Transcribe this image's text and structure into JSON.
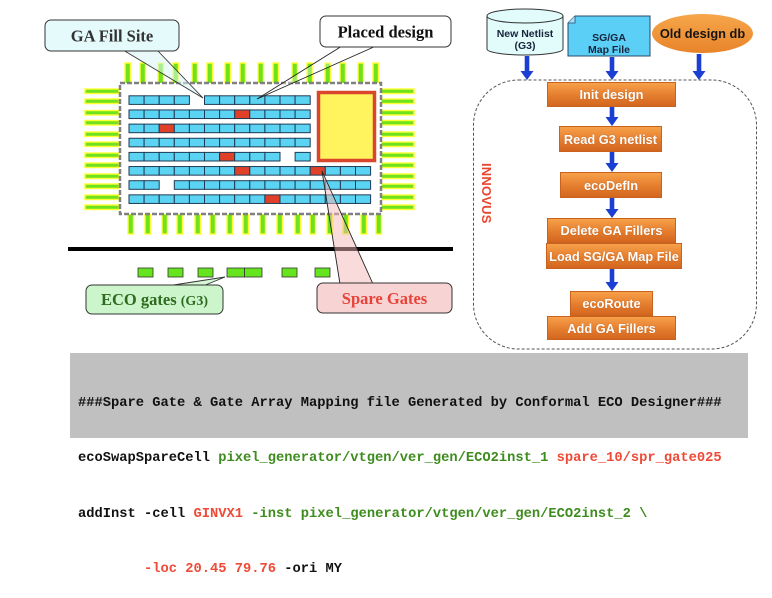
{
  "left_diagram": {
    "callouts": {
      "ga_fill_site": "GA Fill Site",
      "placed_design": "Placed design",
      "eco_gates": "ECO gates",
      "eco_gates_suffix": "(G3)",
      "spare_gates": "Spare Gates"
    },
    "cell_rows": [
      "bbbb.bbbbbbb",
      "bbbbbbbrbbbb",
      "bbrbbbbbbbbb",
      "bbbbbbbbbbbb",
      "bbbbbbrbbb.b",
      "bbbbbbbrbbbbrbbb",
      "bb.bbbbbbbbbbbbb",
      "bbbbbbbbbrbbbbbb"
    ],
    "colors": {
      "placed_cell": "#5AD4F2",
      "spare_gate": "#E04028",
      "macro_fill": "#FFF35E",
      "macro_border": "#D9462B",
      "pin_fill": "#6EE21E",
      "pin_outline": "#FFFF33",
      "eco_gate": "#66E51E",
      "ga_fill_callout": "#E5FAFA",
      "eco_callout": "#CCF5CC",
      "spare_callout": "#F8D3D3",
      "eco_text": "#2F6B1F",
      "spare_text": "#E8433A"
    }
  },
  "flow": {
    "inputs": {
      "new_netlist": [
        "New Netlist",
        "(G3)"
      ],
      "map_file": [
        "SG/GA",
        "Map File"
      ],
      "old_db": "Old design db"
    },
    "tool_label": "INNOVUS",
    "steps": [
      "Init design",
      "Read G3 netlist",
      "ecoDefIn",
      "Delete GA Fillers",
      "Load SG/GA Map File",
      "ecoRoute",
      "Add GA Fillers"
    ],
    "colors": {
      "arrow": "#1B3FD2",
      "step": "#E47D2E",
      "tool_label": "#E8452F"
    }
  },
  "code": {
    "colors": {
      "black": "#111111",
      "green": "#3E8C1E",
      "red": "#EE4A37"
    },
    "lines": [
      [
        {
          "text": "###Spare Gate & Gate Array Mapping file Generated by Conformal ECO Designer###",
          "color": "black"
        }
      ],
      [
        {
          "text": "ecoSwapSpareCell ",
          "color": "black"
        },
        {
          "text": "pixel_generator/vtgen/ver_gen/ECO2inst_1 ",
          "color": "green"
        },
        {
          "text": "spare_10/spr_gate025",
          "color": "red"
        }
      ],
      [
        {
          "text": "addInst -cell ",
          "color": "black"
        },
        {
          "text": "GINVX1",
          "color": "red"
        },
        {
          "text": " -inst pixel_generator/vtgen/ver_gen/ECO2inst_2 \\",
          "color": "green"
        }
      ],
      [
        {
          "text": "        -loc 20.45 79.76",
          "color": "red"
        },
        {
          "text": " -ori MY",
          "color": "black"
        }
      ]
    ]
  }
}
